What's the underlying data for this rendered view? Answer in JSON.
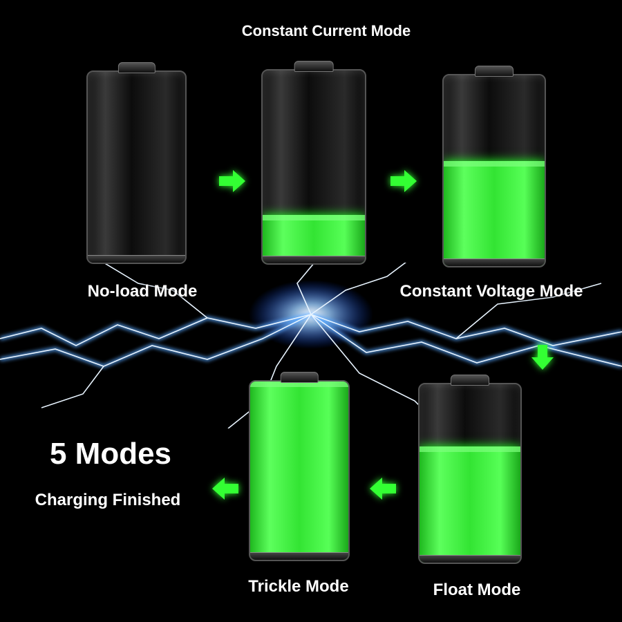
{
  "title": "Constant Current Mode",
  "modes": [
    {
      "label": "No-load Mode",
      "fill_percent": 0
    },
    {
      "label": "Constant Current Mode",
      "fill_percent": 25
    },
    {
      "label": "Constant Voltage Mode",
      "fill_percent": 55
    },
    {
      "label": "Float Mode",
      "fill_percent": 65
    },
    {
      "label": "Trickle Mode",
      "fill_percent": 100
    }
  ],
  "headline": "5 Modes",
  "subheadline": "Charging Finished",
  "colors": {
    "accent": "#33e433",
    "lightning": "#6fb8ff",
    "background": "#000000"
  },
  "icons": [
    "arrow-right-icon",
    "arrow-down-icon",
    "arrow-left-icon",
    "lightning-icon"
  ]
}
